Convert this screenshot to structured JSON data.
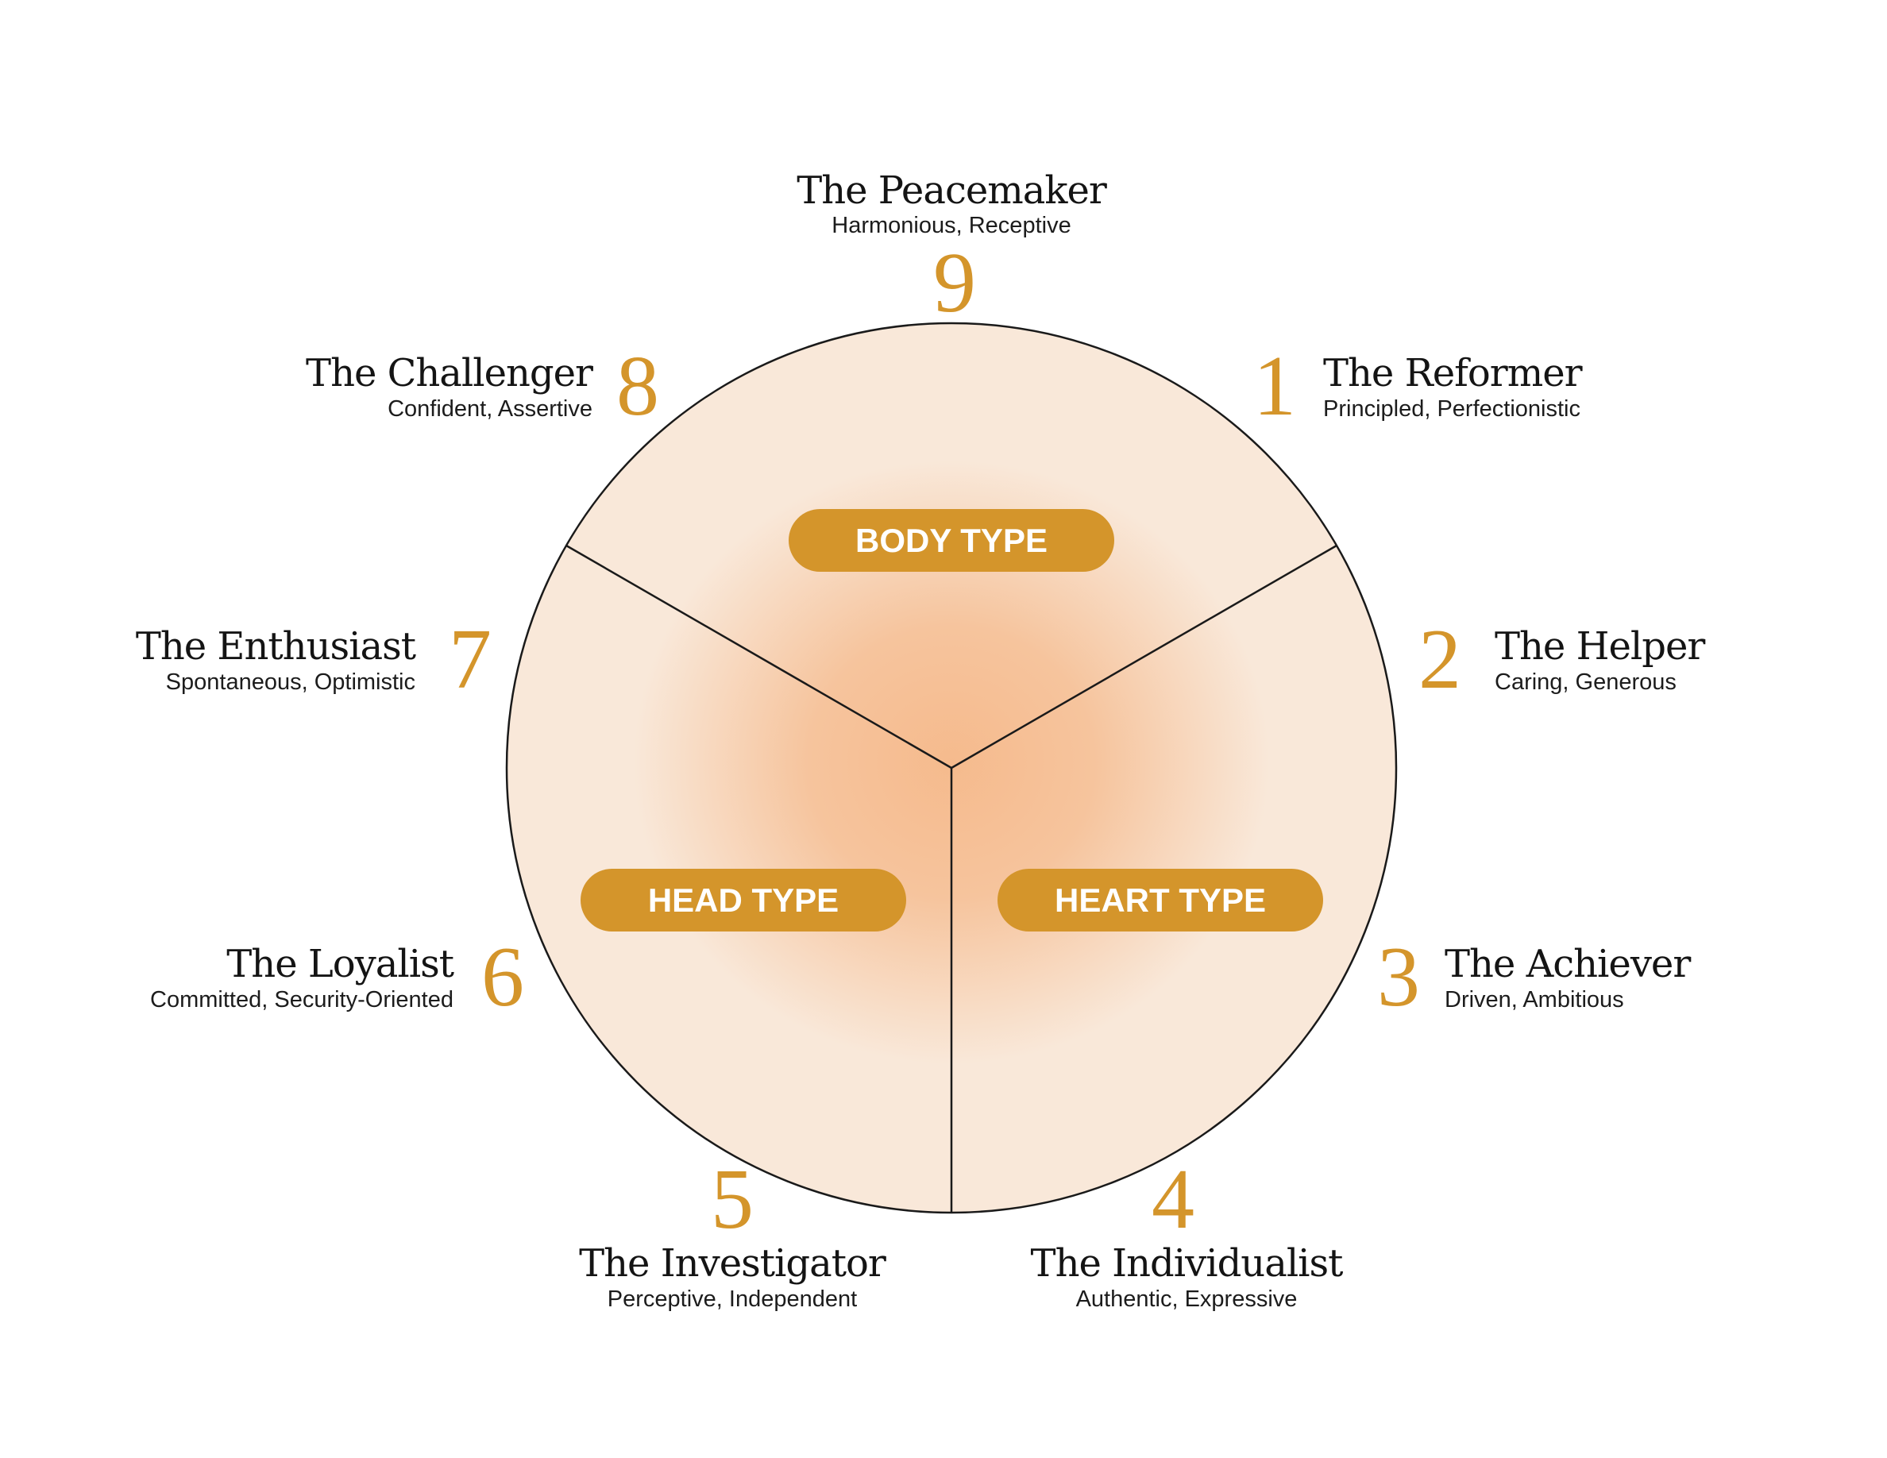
{
  "colors": {
    "accent": "#D4952B",
    "circle_fill": "#F9E8D9",
    "glow": "#F5B889",
    "outline": "#1a1a1a"
  },
  "centers": [
    {
      "key": "body",
      "label": "BODY TYPE"
    },
    {
      "key": "head",
      "label": "HEAD TYPE"
    },
    {
      "key": "heart",
      "label": "HEART TYPE"
    }
  ],
  "types": [
    {
      "number": "1",
      "name": "The Reformer",
      "traits": "Principled, Perfectionistic"
    },
    {
      "number": "2",
      "name": "The Helper",
      "traits": "Caring, Generous"
    },
    {
      "number": "3",
      "name": "The Achiever",
      "traits": "Driven, Ambitious"
    },
    {
      "number": "4",
      "name": "The Individualist",
      "traits": "Authentic, Expressive"
    },
    {
      "number": "5",
      "name": "The Investigator",
      "traits": "Perceptive, Independent"
    },
    {
      "number": "6",
      "name": "The Loyalist",
      "traits": "Committed, Security-Oriented"
    },
    {
      "number": "7",
      "name": "The Enthusiast",
      "traits": "Spontaneous, Optimistic"
    },
    {
      "number": "8",
      "name": "The Challenger",
      "traits": "Confident, Assertive"
    },
    {
      "number": "9",
      "name": "The Peacemaker",
      "traits": "Harmonious, Receptive"
    }
  ]
}
